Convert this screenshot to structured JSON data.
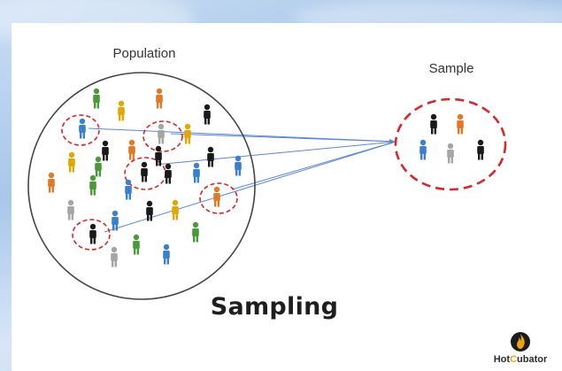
{
  "labels": {
    "population": "Population",
    "sample": "Sample",
    "title": "Sampling"
  },
  "brand": {
    "prefix": "Hot",
    "highlight": "C",
    "suffix": "ubator",
    "icon": "flame-logo-icon"
  },
  "colors": {
    "background": "#b6d0ee",
    "panel": "#ffffff",
    "population_circle": "#444444",
    "selection_dash": "#d62828",
    "connector": "#5b87d6",
    "people": {
      "green": "#4a9a3a",
      "yellow": "#e0a800",
      "orange": "#e07a26",
      "black": "#1a1a1a",
      "blue": "#3b7fd0",
      "gray": "#a5a5a5"
    },
    "brand_accent": "#e8a317"
  }
}
